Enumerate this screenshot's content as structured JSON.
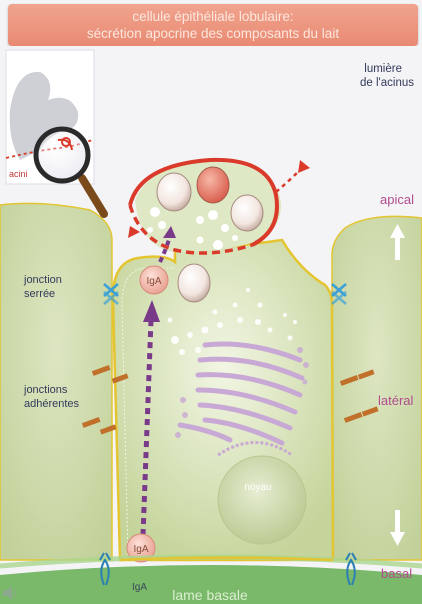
{
  "title": {
    "line1": "cellule épithéliale lobulaire:",
    "line2": "sécrétion apocrine des composants du lait"
  },
  "labels": {
    "lumen_line1": "lumière",
    "lumen_line2": "de l'acinus",
    "apical": "apical",
    "lateral": "latéral",
    "basal": "basal",
    "tight_junction_line1": "jonction",
    "tight_junction_line2": "serrée",
    "adherens_line1": "jonctions",
    "adherens_line2": "adhérentes",
    "nucleus": "noyau",
    "basal_lamina": "lame basale",
    "iga_apical": "IgA",
    "iga_basal": "IgA",
    "iga_receptor": "IgA",
    "inset": "acini"
  },
  "icons": {
    "magnifier": "magnifier-icon",
    "corner": "speaker-icon"
  },
  "colors": {
    "title_bg": "#e98a73",
    "cell_fill": "#cfdcaa",
    "cell_border": "#e4c531",
    "transport_arrow": "#7a3a8a",
    "secretion_outline": "#d93a2a",
    "golgi": "#c8a8d4",
    "lamina": "#5fa84e"
  }
}
